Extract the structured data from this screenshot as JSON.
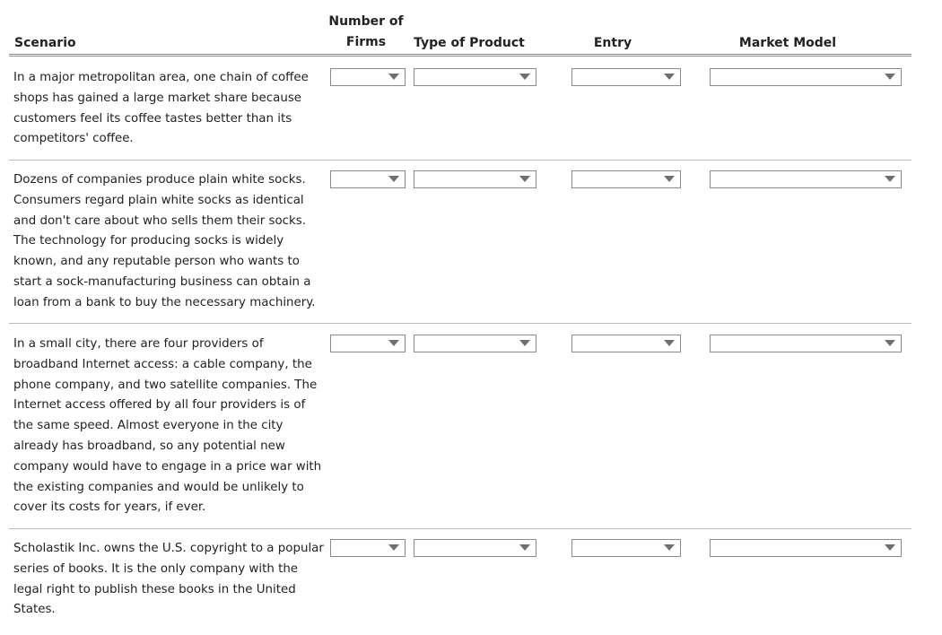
{
  "headers": {
    "scenario": "Scenario",
    "firms_line1": "Number of",
    "firms_line2": "Firms",
    "type": "Type of Product",
    "entry": "Entry",
    "market": "Market Model"
  },
  "rows": [
    {
      "text": "In a major metropolitan area, one chain of coffee shops has gained a large market share because customers feel its coffee tastes better than its competitors' coffee.",
      "firms": "",
      "type": "",
      "entry": "",
      "market": ""
    },
    {
      "text": "Dozens of companies produce plain white socks. Consumers regard plain white socks as identical and don't care about who sells them their socks. The technology for producing socks is widely known, and any reputable person who wants to start a sock-manufacturing business can obtain a loan from a bank to buy the necessary machinery.",
      "firms": "",
      "type": "",
      "entry": "",
      "market": ""
    },
    {
      "text": "In a small city, there are four providers of broadband Internet access: a cable company, the phone company, and two satellite companies. The Internet access offered by all four providers is of the same speed. Almost everyone in the city already has broadband, so any potential new company would have to engage in a price war with the existing companies and would be unlikely to cover its costs for years, if ever.",
      "firms": "",
      "type": "",
      "entry": "",
      "market": ""
    },
    {
      "text": "Scholastik Inc. owns the U.S. copyright to a popular series of books. It is the only company with the legal right to publish these books in the United States.",
      "firms": "",
      "type": "",
      "entry": "",
      "market": ""
    }
  ]
}
